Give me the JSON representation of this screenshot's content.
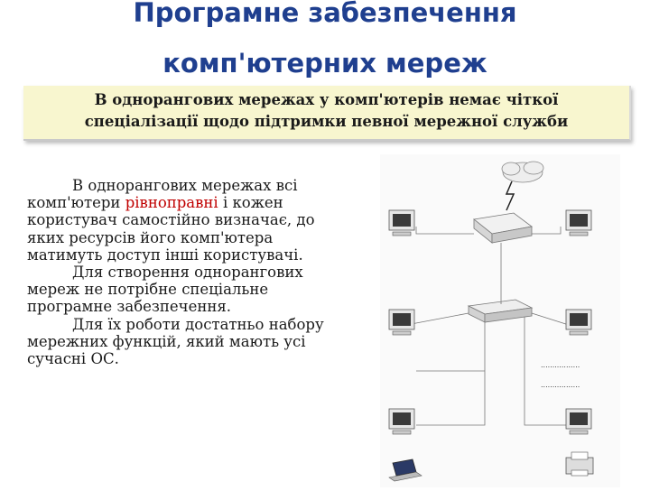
{
  "title": {
    "line1": "Програмне забезпечення",
    "line2": "комп'ютерних мереж"
  },
  "subtitle": {
    "line1": "В однорангових мережах у комп'ютерів немає чіткої",
    "line2": "спеціалізації  щодо підтримки певної мережної служби"
  },
  "body": {
    "p1_before": "В однорангових мережах всі комп'ютери ",
    "p1_highlight": "рівноправні",
    "p1_after": " і кожен користувач самостійно визначає, до яких ресурсів його комп'ютера матимуть доступ інші користувачі.",
    "p2": "Для створення однорангових мереж не потрібне спеціальне програмне забезпечення.",
    "p3": "Для їх роботи достатньо набору мережних функцій, який мають усі сучасні ОС."
  },
  "colors": {
    "title": "#1f3f8f",
    "subtitle_bg": "#f8f6cf",
    "highlight": "#c00000"
  },
  "diagram": {
    "workstation_icon": "computer-monitor-icon",
    "router_icon": "router-icon",
    "switch_icon": "network-switch-icon",
    "laptop_icon": "laptop-icon",
    "printer_icon": "printer-icon",
    "cloud_icon": "internet-cloud-icon"
  }
}
